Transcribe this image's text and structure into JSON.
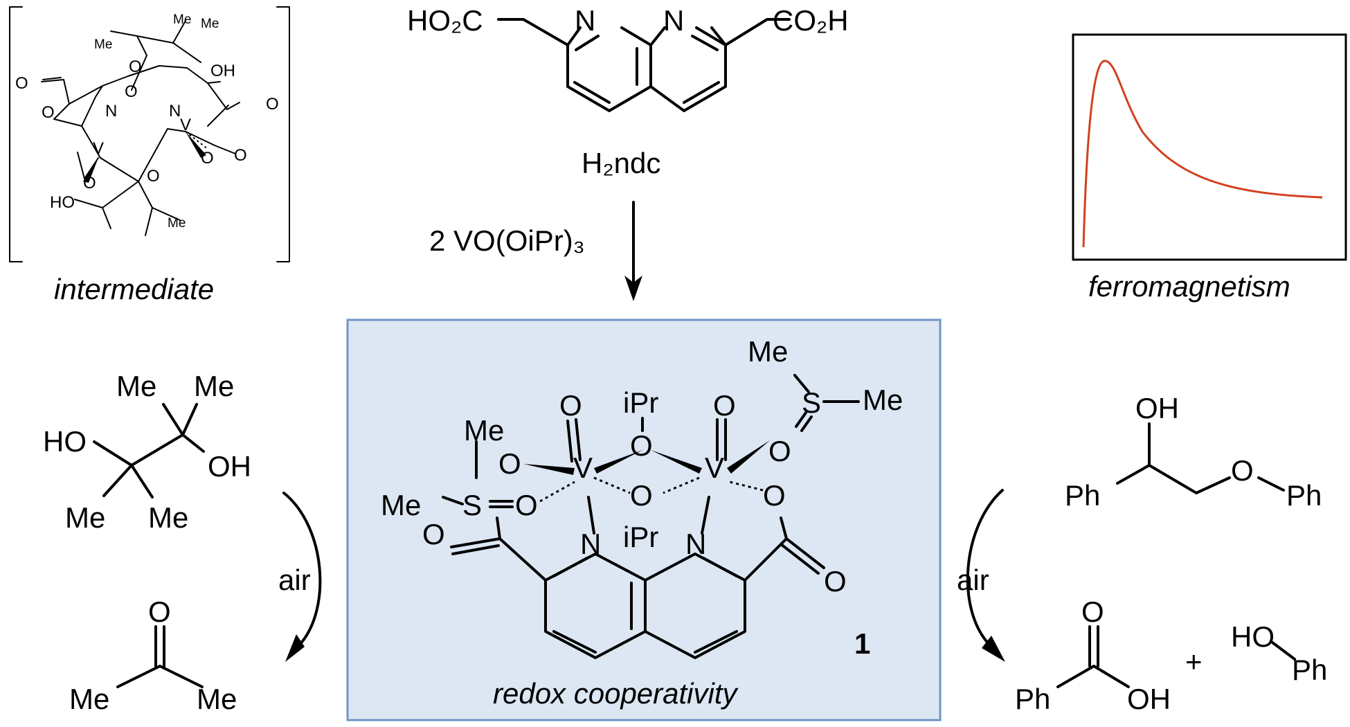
{
  "ligand": {
    "left_acid": "HO₂C",
    "right_acid": "CO₂H",
    "n_left": "N",
    "n_right": "N",
    "name": "H₂ndc"
  },
  "reaction": {
    "reagent": "2 VO(OiPr)₃"
  },
  "intermediate": {
    "caption": "intermediate",
    "me_1": "Me",
    "me_2": "Me",
    "me_3": "Me",
    "me_4": "Me",
    "oh_top": "OH",
    "ho_bottom": "HO",
    "o_labels": [
      "O",
      "O",
      "O",
      "O",
      "O",
      "O",
      "O",
      "O",
      "O"
    ],
    "n_labels": [
      "N",
      "N"
    ],
    "v_labels": [
      "V",
      "V"
    ]
  },
  "ferromagnetism": {
    "caption": "ferromagnetism",
    "curve_color": "#d2401e"
  },
  "complex": {
    "caption": "redox cooperativity",
    "number": "1",
    "box_fill": "#dde7f3",
    "box_stroke": "#6e95c8",
    "me": "Me",
    "s": "S",
    "o": "O",
    "ipr": "iPr",
    "v": "V",
    "n": "N"
  },
  "pinacol": {
    "me": "Me",
    "ho": "HO",
    "oh": "OH",
    "arrow_label": "air",
    "product_o": "O"
  },
  "lignin_model": {
    "oh": "OH",
    "o": "O",
    "ph": "Ph",
    "arrow_label": "air",
    "plus": "+",
    "ho": "HO"
  }
}
